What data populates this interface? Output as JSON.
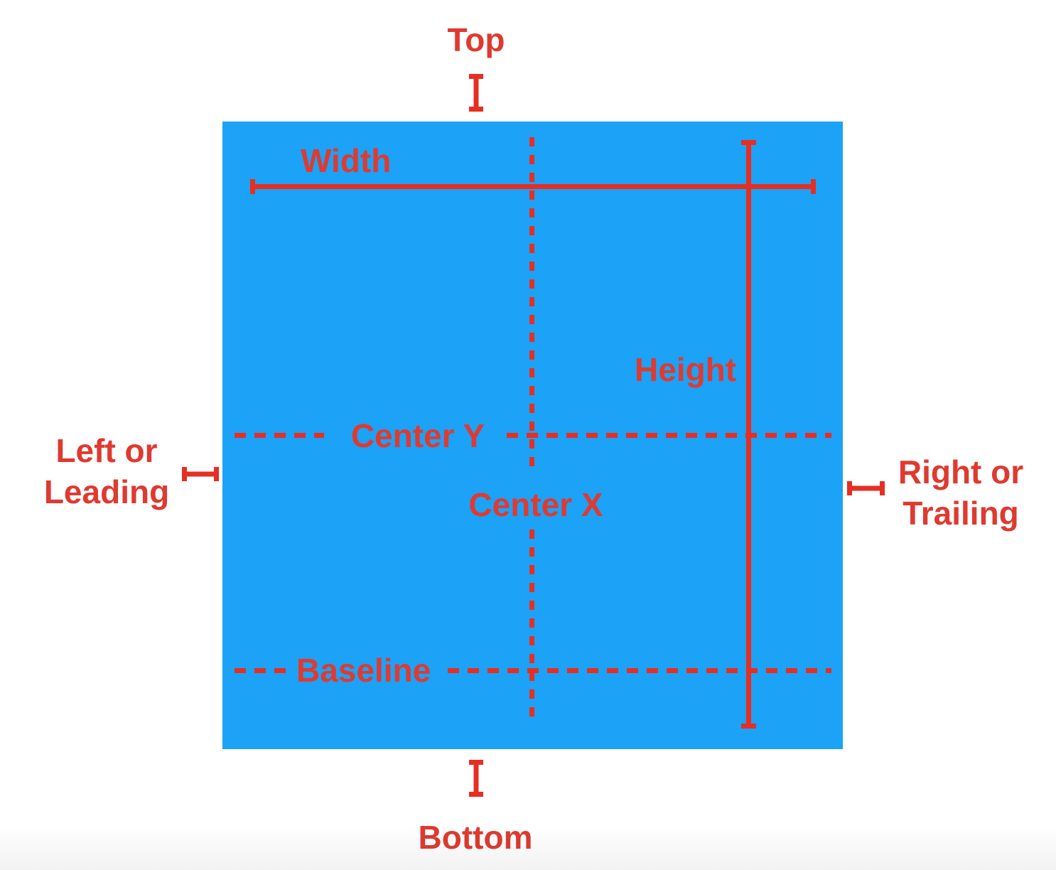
{
  "colors": {
    "view_blue": "#1CA2F6",
    "line_red": "#E62E22",
    "text_red": "#DF3A30",
    "page_bg": "#FFFFFF"
  },
  "diagram": {
    "top_label": "Top",
    "bottom_label": "Bottom",
    "width_label": "Width",
    "height_label": "Height",
    "center_y_label": "Center Y",
    "center_x_label": "Center X",
    "baseline_label": "Baseline",
    "leading_label_line1": "Left or",
    "leading_label_line2": "Leading",
    "trailing_label_line1": "Right or",
    "trailing_label_line2": "Trailing"
  }
}
